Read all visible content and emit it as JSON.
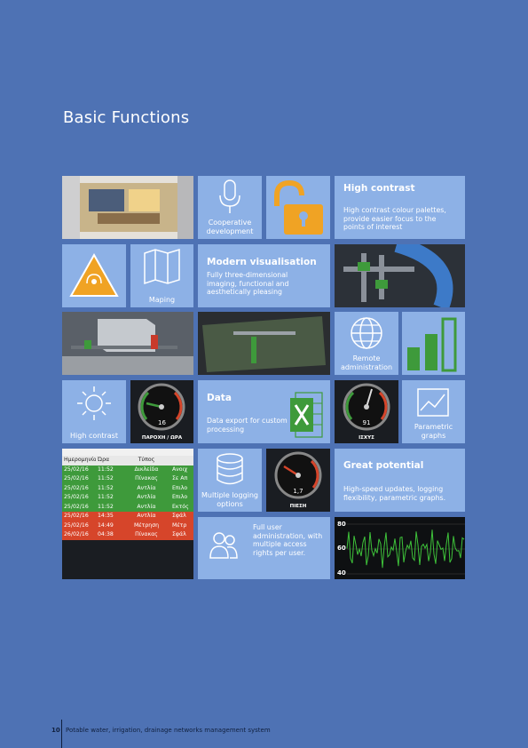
{
  "page": {
    "title": "Basic Functions",
    "page_number": "10",
    "footer": "Potable water, irrigation, drainage networks management system"
  },
  "tiles": {
    "cooperative": "Cooperative development",
    "high_contrast": {
      "title": "High contrast",
      "body": "High contrast colour palettes, provide easier focus to the points of interest"
    },
    "maping": "Maping",
    "modern": {
      "title": "Modern visualisation",
      "body": "Fully three-dimensional imaging, functional and aesthetically pleasing"
    },
    "remote": "Remote administration",
    "high_contrast_small": "High contrast",
    "data": {
      "title": "Data",
      "body": "Data export for custom processing"
    },
    "parametric": "Parametric graphs",
    "multiple_logging": "Multiple logging options",
    "great": {
      "title": "Great potential",
      "body": "High-speed updates, logging flexibility, parametric graphs."
    },
    "user_admin": "Full user administration, with multiple access rights per user."
  },
  "gauges": {
    "g1": {
      "value": "16",
      "label": "ΠΑΡΟΧΗ / ΩΡΑ"
    },
    "g2": {
      "value": "91",
      "label": "ΙΣΧΥΣ"
    },
    "g3": {
      "value": "1,7",
      "label": "ΠΙΕΣΗ"
    }
  },
  "log_table": {
    "headers": [
      "Ημερομηνία",
      "Ώρα",
      "Τύπος",
      ""
    ],
    "rows": [
      {
        "date": "25/02/16",
        "time": "11:52",
        "type": "Δικλείδα",
        "event": "Ανοιχ",
        "status": "green"
      },
      {
        "date": "25/02/16",
        "time": "11:52",
        "type": "Πίνακας",
        "event": "Σε Απ",
        "status": "green"
      },
      {
        "date": "25/02/16",
        "time": "11:52",
        "type": "Αντλία",
        "event": "Επιλο",
        "status": "green"
      },
      {
        "date": "25/02/16",
        "time": "11:52",
        "type": "Αντλία",
        "event": "Επιλο",
        "status": "green"
      },
      {
        "date": "25/02/16",
        "time": "11:52",
        "type": "Αντλία",
        "event": "Εκτός",
        "status": "green"
      },
      {
        "date": "25/02/16",
        "time": "14:35",
        "type": "Αντλία",
        "event": "Σφάλ",
        "status": "red"
      },
      {
        "date": "25/02/16",
        "time": "14:49",
        "type": "Μέτρηση",
        "event": "Μέτρ",
        "status": "red"
      },
      {
        "date": "26/02/16",
        "time": "04:38",
        "type": "Πίνακας",
        "event": "Σφάλ",
        "status": "red"
      }
    ]
  },
  "graph": {
    "ticks": [
      "80",
      "60",
      "40"
    ]
  },
  "colors": {
    "page_bg": "#4e72b4",
    "tile_bg": "#8db1e6",
    "green": "#3e9a3b",
    "red": "#d6452a"
  }
}
